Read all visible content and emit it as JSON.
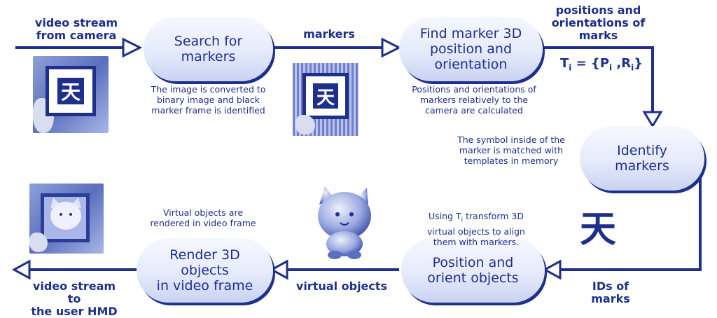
{
  "steps": {
    "search": "Search for\nmarkers",
    "find": "Find marker 3D\nposition and\norientation",
    "identify": "Identify\nmarkers",
    "position": "Position and\norient objects",
    "render": "Render 3D objects\nin video frame"
  },
  "flows": {
    "video_in": "video stream\nfrom camera",
    "markers": "markers",
    "positions": "positions and\norientations of\nmarks",
    "ids": "IDs of\nmarks",
    "virtual_objects": "virtual objects",
    "video_out": "video stream to\nthe user HMD"
  },
  "formula": {
    "t": "T",
    "i": "i",
    "eq": " = {P",
    "comma": " ,R",
    "close": "}"
  },
  "notes": {
    "search": "The image is converted to\nbinary image and black\nmarker frame is identified",
    "find": "Positions and orientations of\nmarkers relatively to the\ncamera are calculated",
    "identify": "The symbol inside of the\nmarker is matched with\ntemplates in memory",
    "position_pre": "Using T",
    "position_sub": "i",
    "position_post": " transform 3D\nvirtual objects to align\nthem with markers.",
    "render": "Virtual objects are\nrendered in video frame"
  },
  "marker_symbol": "天",
  "colors": {
    "primary": "#1e2f8c",
    "pill_light": "#e6ebfb",
    "pill_shadow": "#c9d2f2"
  }
}
